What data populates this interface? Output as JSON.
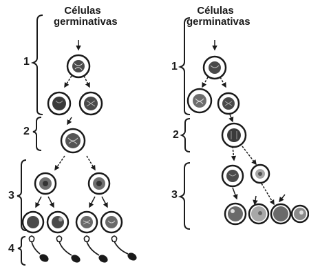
{
  "panels": [
    {
      "id": "left",
      "title_line1": "Células",
      "title_line2": "germinativas",
      "stages": [
        "1",
        "2",
        "3",
        "4"
      ]
    },
    {
      "id": "right",
      "title_line1": "Células",
      "title_line2": "germinativas",
      "stages": [
        "1",
        "2",
        "3"
      ]
    }
  ],
  "colors": {
    "ink": "#1a1a1a",
    "cell_fill": "#ffffff",
    "nucleus_dark": "#3a3a3a",
    "nucleus_mid": "#6e6e6e",
    "nucleus_light": "#a8a8a8"
  }
}
